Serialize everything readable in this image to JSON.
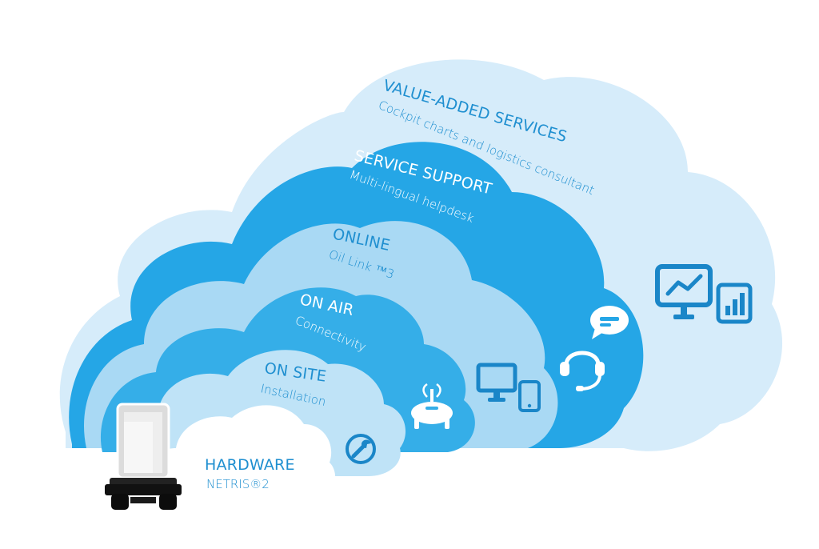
{
  "layers": [
    {
      "id": "value_added",
      "title": "VALUE-ADDED SERVICES",
      "subtitle": "Cockpit charts and logistics consultant"
    },
    {
      "id": "service_support",
      "title": "SERVICE SUPPORT",
      "subtitle": "Multi-lingual helpdesk"
    },
    {
      "id": "online",
      "title": "ONLINE",
      "subtitle": "Oil Link ™3"
    },
    {
      "id": "on_air",
      "title": "ON AIR",
      "subtitle": "Connectivity"
    },
    {
      "id": "on_site",
      "title": "ON SITE",
      "subtitle": "Installation"
    },
    {
      "id": "hardware",
      "title": "HARDWARE",
      "subtitle": "NETRIS®2"
    }
  ],
  "icons": {
    "value_added": [
      "chart-monitor-icon",
      "bar-chart-icon"
    ],
    "service_support": [
      "headset-icon",
      "chat-bubble-icon"
    ],
    "online": [
      "desktop-monitor-icon",
      "smartphone-icon"
    ],
    "on_air": [
      "antenna-sensor-icon"
    ],
    "on_site": [
      "wrench-icon"
    ],
    "hardware": [
      "netris-device-icon"
    ]
  },
  "colors": {
    "value_added": "#d6ecfa",
    "service_support": "#25a6e6",
    "online": "#a9d9f4",
    "on_air": "#35aee8",
    "on_site": "#bfe3f7",
    "hardware": "#ffffff",
    "text_dark": "#1f8fd0",
    "text_light": "#ffffff",
    "icon_dark": "#1a86c8"
  }
}
